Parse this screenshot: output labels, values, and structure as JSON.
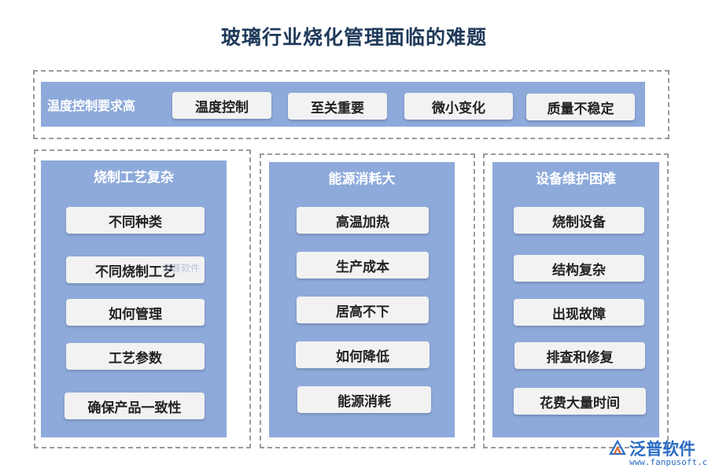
{
  "title": "玻璃行业烧化管理面临的难题",
  "top": {
    "label": "温度控制要求高",
    "items": [
      "温度控制",
      "至关重要",
      "微小变化",
      "质量不稳定"
    ]
  },
  "columns": [
    {
      "title": "烧制工艺复杂",
      "items": [
        "不同种类",
        "不同烧制工艺",
        "如何管理",
        "工艺参数",
        "确保产品一致性"
      ]
    },
    {
      "title": "能源消耗大",
      "items": [
        "高温加热",
        "生产成本",
        "居高不下",
        "如何降低",
        "能源消耗"
      ]
    },
    {
      "title": "设备维护困难",
      "items": [
        "烧制设备",
        "结构复杂",
        "出现故障",
        "排查和修复",
        "花费大量时间"
      ]
    }
  ],
  "watermark": {
    "small": "泛普软件"
  },
  "logo": {
    "name": "泛普软件",
    "url": "www.fanpusoft.com"
  },
  "colors": {
    "panel": "#8eaadb",
    "chip": "#f2f2f2",
    "title": "#1f3a5a",
    "logo": "#2b6cc4"
  }
}
